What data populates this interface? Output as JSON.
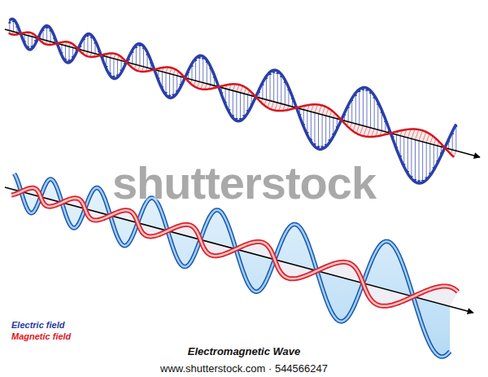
{
  "diagram": {
    "caption": "Electromagnetic Wave",
    "labels": [
      "shutterstock",
      "www.shutterstock.com · 544566247"
    ],
    "legend": [
      {
        "text": "Electric field",
        "color": "#1f3a9e"
      },
      {
        "text": "Magnetic field",
        "color": "#e0141e"
      }
    ]
  }
}
